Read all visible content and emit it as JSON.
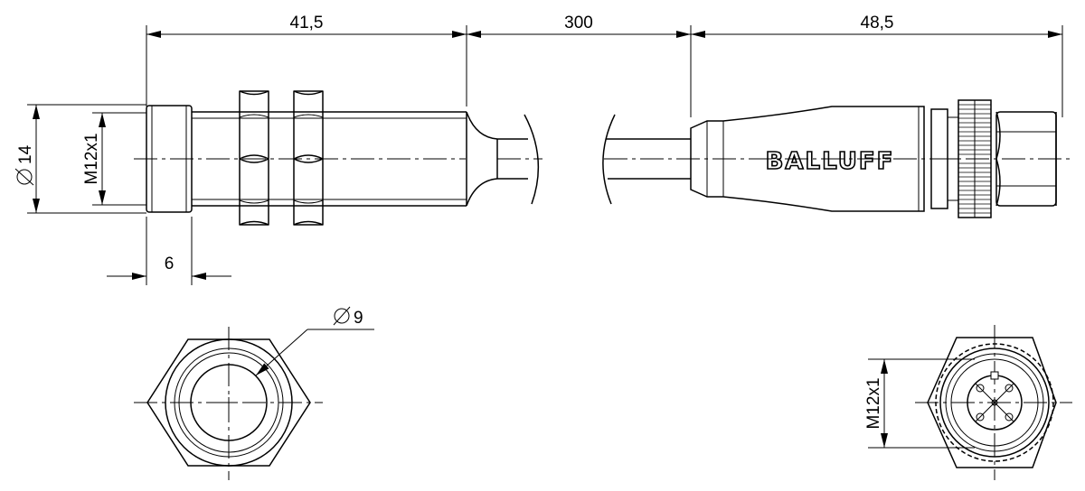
{
  "dimensions": {
    "sensor_length": "41,5",
    "cable_length": "300",
    "connector_length": "48,5",
    "diameter_outer": "14",
    "thread_sensor": "M12x1",
    "cap_length": "6",
    "face_diameter": "9",
    "thread_connector": "M12x1"
  },
  "brand": "BALLUFF"
}
